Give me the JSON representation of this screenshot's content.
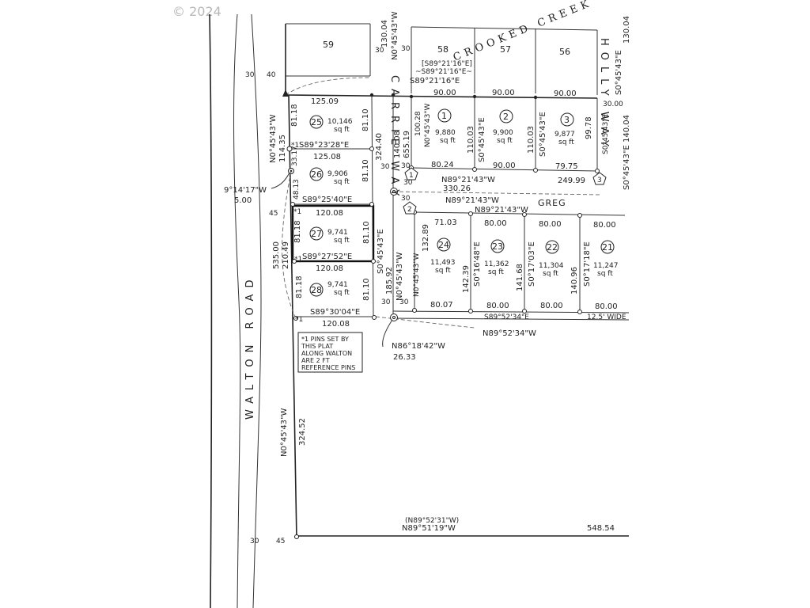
{
  "copyright": "© 2024",
  "roads": {
    "walton_road": "WALTON ROAD",
    "carrie_way": "CARRIE WAY",
    "holly_way": "HOLLY WAY",
    "greg": "GREG",
    "crooked_creek": "CROOKED CREEK"
  },
  "lots": {
    "l59": "59",
    "l58": "58",
    "l57": "57",
    "l56": "56",
    "l1": "1",
    "l2": "2",
    "l3": "3",
    "l25": "25",
    "l26": "26",
    "l27": "27",
    "l28": "28",
    "l24": "24",
    "l23": "23",
    "l22": "22",
    "l21": "21"
  },
  "areas": {
    "a25": "10,146",
    "a26": "9,906",
    "a27": "9,741",
    "a28": "9,741",
    "a1": "9,880",
    "a2": "9,900",
    "a3": "9,877",
    "a24": "11,493",
    "a23": "11,362",
    "a22": "11,304",
    "a21": "11,247",
    "unit": "sq ft"
  },
  "bearings": {
    "b_n04543w_west": "N0°45'43\"W",
    "b_11435": "114.35",
    "b_91417": "9°14'17\"W",
    "b_500": "5.00",
    "b_53500": "535.00",
    "b_21049": "210.49",
    "b_32452": "324.52",
    "b_n04543w_lower": "N0°45'43\"W",
    "b_s892116e_bracket": "[S89°21'16\"E]",
    "b_s892116e_bracket2": "~S89°21'16\"E~",
    "b_s892116e": "S89°21'16\"E",
    "b_s892328e": "S89°23'28\"E",
    "b_s892540e": "S89°25'40\"E",
    "b_s892752e": "S89°27'52\"E",
    "b_s893004e": "S89°30'04\"E",
    "b_n892143w_a": "N89°21'43\"W",
    "b_n892143w_b": "N89°21'43\"W",
    "b_n892143w_c": "N89°21'43\"W",
    "b_33026": "330.26",
    "b_s895234e": "S89°52'34\"E",
    "b_125wide": "12.5' WIDE",
    "b_n895234w": "N89°52'34\"W",
    "b_n861842w": "N86°18'42\"W",
    "b_2633": "26.33",
    "b_n895231w": "(N89°52'31\"W)",
    "b_n895119w": "N89°51'19\"W",
    "b_54854": "548.54",
    "b_13004_left": "130.04",
    "b_n04543w_carrie": "N0°45'43\"W",
    "b_13004_right": "130.04",
    "b_s04543e_holly": "S0°45'43\"E",
    "b_s04543e_holly2": "S0°45'43\"E 140.04",
    "b_32440": "324.40",
    "b_14008": "140.08",
    "b_65519": "655.19",
    "b_s04543e_carrie": "S0°45'43\"E",
    "b_18592": "185.92",
    "b_n04543w_carrie2": "N0°45'43\"W"
  },
  "dims": {
    "d12509": "125.09",
    "d12508a": "125.08",
    "d12008a": "120.08",
    "d12008b": "120.08",
    "d12008c": "120.08",
    "d8118a": "81.18",
    "d8118b": "81.18",
    "d8118c": "81.18",
    "d8110a": "81.10",
    "d8110b": "81.10",
    "d8110c": "81.10",
    "d8110d": "81.10",
    "d3317": "33.17",
    "d4813": "48.13",
    "d9000a": "90.00",
    "d9000b": "90.00",
    "d9000c": "90.00",
    "d9000d": "90.00",
    "d8024": "80.24",
    "d7975": "79.75",
    "d24999": "249.99",
    "d10028": "100.28",
    "d11003a": "110.03",
    "d11003b": "110.03",
    "d9978": "99.78",
    "d7103": "71.03",
    "d8000a": "80.00",
    "d8000b": "80.00",
    "d8000c": "80.00",
    "d8000d": "80.00",
    "d8000e": "80.00",
    "d8000f": "80.00",
    "d8007": "80.07",
    "d13289": "132.89",
    "d14239": "142.39",
    "d14168": "141.68",
    "d14096": "140.96",
    "s1": "30",
    "s2": "40",
    "s3": "45",
    "s4": "30",
    "s5": "30",
    "s6": "30",
    "s7": "30",
    "s8": "30",
    "s9": "30",
    "s10": "30",
    "s11": "30",
    "s12": "30",
    "s13": "30",
    "s14": "45",
    "s15": "30.00",
    "s16": "30"
  },
  "courses": {
    "c_n04543w_1": "N0°45'43\"W",
    "c_s04543e_2": "S0°45'43\"E",
    "c_s04543e_3": "S0°45'43\"E",
    "c_n04543w_24": "N0°45'43\"W",
    "c_s01648e": "S0°16'48\"E",
    "c_s01703e": "S0°17'03\"E",
    "c_s01718e": "S0°17'18\"E"
  },
  "markers": {
    "m1": "1",
    "m2": "2",
    "m3": "3",
    "star1": "*1",
    "star2": "*1",
    "star3": "*1",
    "star4": "*1"
  },
  "note": {
    "line1": "*1 PINS SET BY",
    "line2": "THIS PLAT",
    "line3": "ALONG WALTON",
    "line4": "ARE 2 FT",
    "line5": "REFERENCE PINS"
  }
}
